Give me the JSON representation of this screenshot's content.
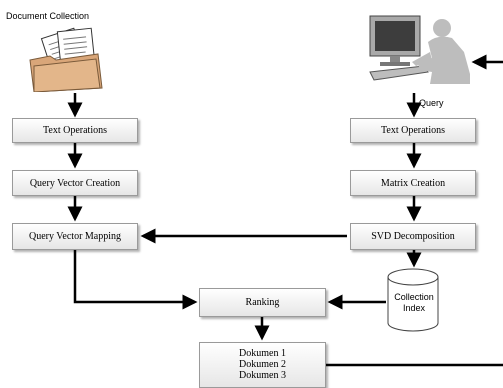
{
  "document_collection_label": "Document Collection",
  "query_label": "Query",
  "left_column": {
    "text_operations": "Text Operations",
    "query_vector_creation": "Query Vector Creation",
    "query_vector_mapping": "Query Vector Mapping"
  },
  "right_column": {
    "text_operations": "Text Operations",
    "matrix_creation": "Matrix Creation",
    "svd_decomposition": "SVD Decomposition"
  },
  "ranking": "Ranking",
  "collection_index": {
    "line1": "Collection",
    "line2": "Index"
  },
  "results": [
    "Dokumen 1",
    "Dokumen 2",
    "Dokumen 3"
  ],
  "icons": [
    "folder-with-documents-icon",
    "user-at-computer-icon",
    "database-cylinder-icon"
  ],
  "colors": {
    "arrow": "#000000",
    "box_border": "#9a9a9a",
    "folder": "#d9a679"
  }
}
